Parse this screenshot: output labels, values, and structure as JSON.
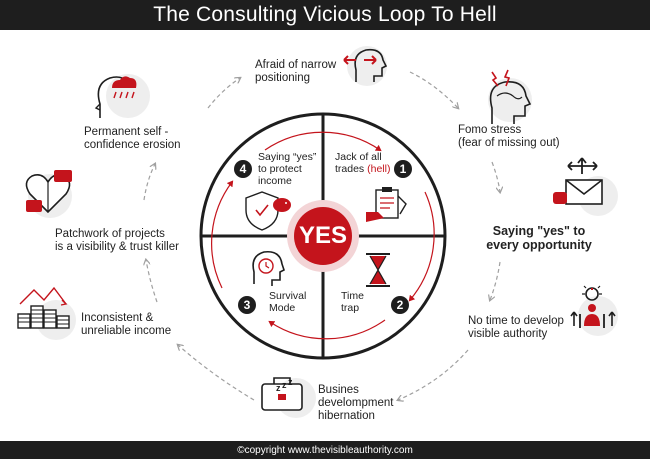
{
  "title": "The Consulting Vicious Loop To Hell",
  "footer": "©copyright   www.thevisibleauthority.com",
  "center_label": "YES",
  "colors": {
    "accent": "#c4141c",
    "dark": "#1e1e1e",
    "arrow": "#a0a0a0"
  },
  "quadrants": [
    {
      "number": "1",
      "text_line1": "Jack of all",
      "text_line2_prefix": "trades ",
      "text_line2_highlight": "(hell)",
      "icon": "clipboard-hand-icon"
    },
    {
      "number": "2",
      "text_line1": "Time",
      "text_line2": "trap",
      "icon": "hourglass-icon"
    },
    {
      "number": "3",
      "text_line1": "Survival",
      "text_line2": "Mode",
      "icon": "alarm-head-icon"
    },
    {
      "number": "4",
      "text_line1": "Saying “yes”",
      "text_line2": "to protect",
      "text_line3": "income",
      "icon": "shield-piggy-icon"
    }
  ],
  "outer_steps": [
    {
      "line1": "Afraid of narrow",
      "line2": "positioning",
      "icon": "head-arrows-icon"
    },
    {
      "line1": "Fomo stress",
      "line2": "(fear of missing out)",
      "icon": "stressed-head-icon"
    },
    {
      "line1": "Saying \"yes\" to",
      "line2": "every opportunity",
      "icon": "envelope-arrows-icon"
    },
    {
      "line1": "No time to develop",
      "line2": "visible authority",
      "icon": "person-lightbulb-icon"
    },
    {
      "line1": "Busines",
      "line2": "develompment",
      "line3": "hibernation",
      "icon": "sleeping-briefcase-icon"
    },
    {
      "line1": "Inconsistent &",
      "line2": "unreliable income",
      "icon": "coins-graph-icon"
    },
    {
      "line1": "Patchwork of projects",
      "line2": "is a visibility & trust killer",
      "icon": "puzzle-heart-icon"
    },
    {
      "line1": "Permanent self -",
      "line2": "confidence erosion",
      "icon": "head-raincloud-icon"
    }
  ]
}
